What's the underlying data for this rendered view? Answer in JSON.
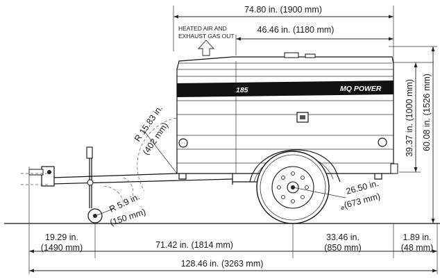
{
  "labels": {
    "overall_length": "74.80 in. (1900 mm)",
    "cabinet_length": "46.46 in. (1180 mm)",
    "heated_air_l1": "HEATED AIR AND",
    "heated_air_l2": "EXHAUST GAS OUT",
    "cabinet_height": "39.37 in. (1000 mm)",
    "overall_height": "60.08 in. (1526 mm)",
    "radius_body": "R 15.83 in.",
    "radius_body_mm": "(402 mm)",
    "radius_jack": "R 5.9 in.",
    "radius_jack_mm": "(150 mm)",
    "tire_dia": "26.50 in.",
    "tire_dia_mm": "(673 mm)",
    "tongue_length_in": "19.29 in.",
    "tongue_length_mm": "(1490 mm)",
    "frame_length": "71.42 in. (1814 mm)",
    "axle_rear_in": "33.46 in.",
    "axle_rear_mm": "(850 mm)",
    "ground_clear_in": "1.89 in.",
    "ground_clear_mm": "(48 mm)",
    "total_length": "128.46 in. (3263 mm)"
  },
  "brand": {
    "model": "185",
    "maker": "MQ POWER"
  }
}
